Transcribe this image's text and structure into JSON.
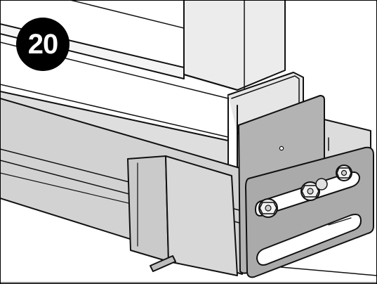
{
  "step": {
    "number": "20"
  },
  "colors": {
    "background": "#ffffff",
    "line": "#111111",
    "metal_light": "#ececec",
    "metal_mid": "#d4d4d4",
    "metal_dark": "#a6a6a6",
    "plate": "#b0b0b0",
    "badge": "#000000",
    "badge_text": "#ffffff"
  },
  "parts": [
    "upright-post",
    "rail-tube",
    "lower-channel",
    "side-bracket",
    "corner-plate",
    "slotted-plate",
    "hex-bolts",
    "leveling-foot"
  ]
}
